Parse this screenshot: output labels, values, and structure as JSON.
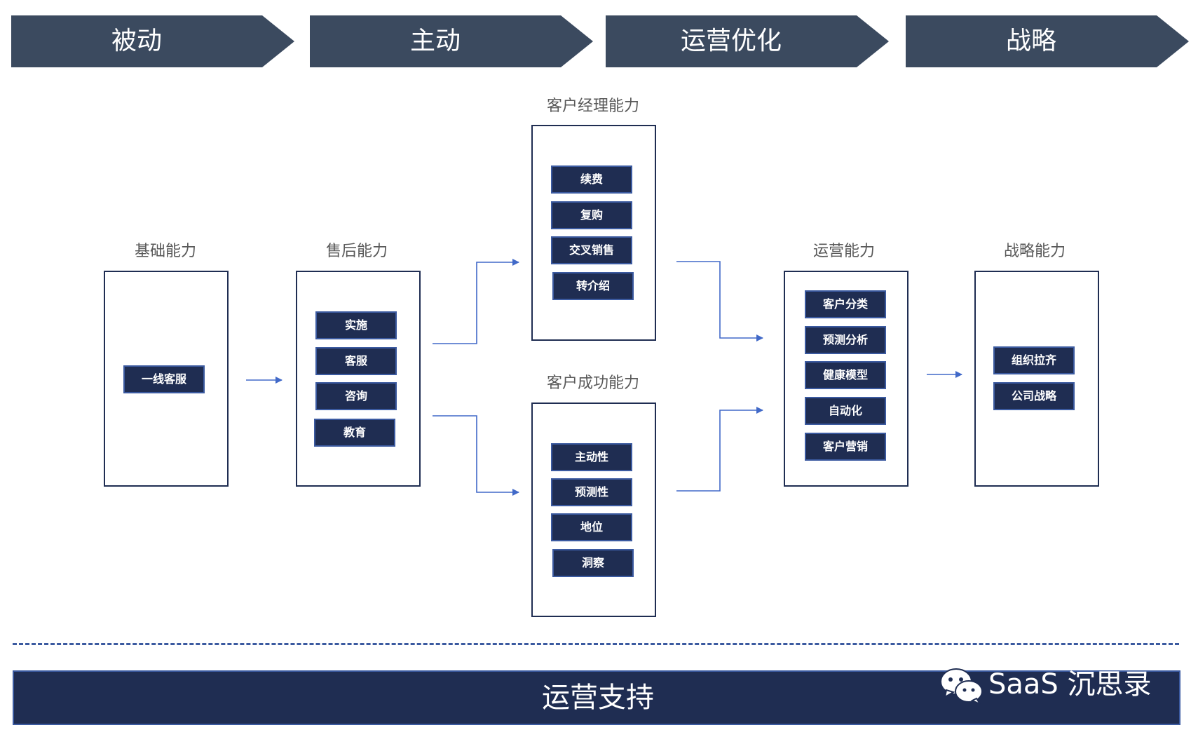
{
  "stages": [
    "被动",
    "主动",
    "运营优化",
    "战略"
  ],
  "colors": {
    "stage_bg": "#3b4a5f",
    "box_border": "#1f2d52",
    "pill_bg": "#1f2d52",
    "arrow": "#4169c8",
    "line": "#3b5aa0"
  },
  "capabilities": {
    "basic": {
      "title": "基础能力",
      "items": [
        "一线客服"
      ]
    },
    "after_sales": {
      "title": "售后能力",
      "items": [
        "实施",
        "客服",
        "咨询",
        "教育"
      ]
    },
    "account_manager": {
      "title": "客户经理能力",
      "items": [
        "续费",
        "复购",
        "交叉销售",
        "转介绍"
      ]
    },
    "customer_success": {
      "title": "客户成功能力",
      "items": [
        "主动性",
        "预测性",
        "地位",
        "洞察"
      ]
    },
    "operations": {
      "title": "运营能力",
      "items": [
        "客户分类",
        "预测分析",
        "健康模型",
        "自动化",
        "客户营销"
      ]
    },
    "strategy": {
      "title": "战略能力",
      "items": [
        "组织拉齐",
        "公司战略"
      ]
    }
  },
  "footer": {
    "label": "运营支持",
    "brand": "SaaS 沉思录",
    "brand_icon": "wechat-icon"
  }
}
